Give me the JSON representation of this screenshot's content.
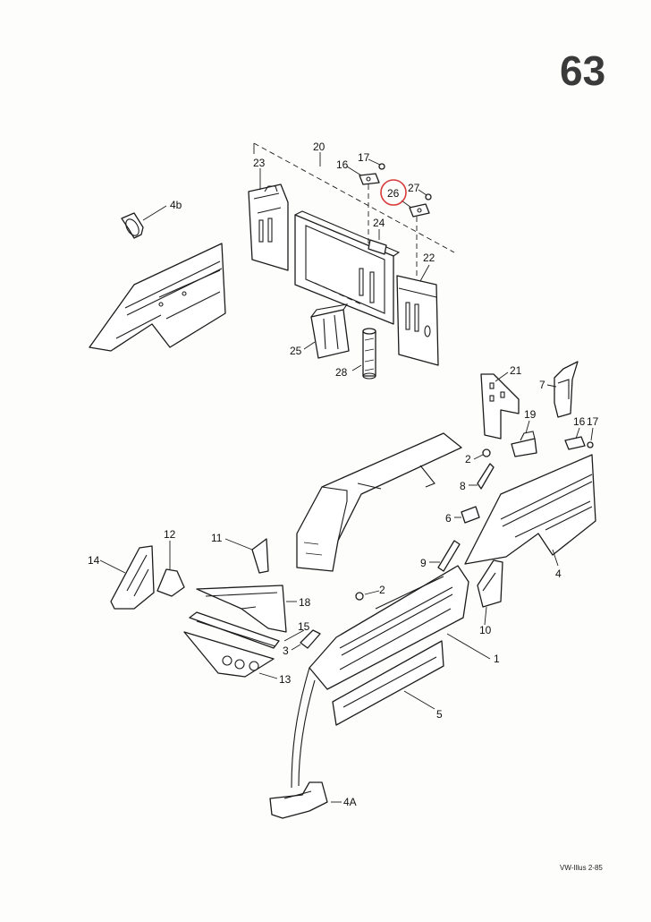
{
  "page": {
    "number": "63",
    "footer": "VW-Illus 2-85"
  },
  "highlight": {
    "label": "26",
    "color": "#d83a3a"
  },
  "labels": [
    {
      "id": "l20",
      "text": "20"
    },
    {
      "id": "l23",
      "text": "23"
    },
    {
      "id": "l16a",
      "text": "16"
    },
    {
      "id": "l17a",
      "text": "17"
    },
    {
      "id": "l27",
      "text": "27"
    },
    {
      "id": "l4b",
      "text": "4b"
    },
    {
      "id": "l24",
      "text": "24"
    },
    {
      "id": "l22",
      "text": "22"
    },
    {
      "id": "l25",
      "text": "25"
    },
    {
      "id": "l28",
      "text": "28"
    },
    {
      "id": "l21",
      "text": "21"
    },
    {
      "id": "l7",
      "text": "7"
    },
    {
      "id": "l19",
      "text": "19"
    },
    {
      "id": "l16b",
      "text": "16"
    },
    {
      "id": "l17b",
      "text": "17"
    },
    {
      "id": "l2a",
      "text": "2"
    },
    {
      "id": "l8",
      "text": "8"
    },
    {
      "id": "l6",
      "text": "6"
    },
    {
      "id": "l9",
      "text": "9"
    },
    {
      "id": "l4",
      "text": "4"
    },
    {
      "id": "l12",
      "text": "12"
    },
    {
      "id": "l11",
      "text": "11"
    },
    {
      "id": "l14",
      "text": "14"
    },
    {
      "id": "l18",
      "text": "18"
    },
    {
      "id": "l2b",
      "text": "2"
    },
    {
      "id": "l10",
      "text": "10"
    },
    {
      "id": "l15",
      "text": "15"
    },
    {
      "id": "l3",
      "text": "3"
    },
    {
      "id": "l1",
      "text": "1"
    },
    {
      "id": "l13",
      "text": "13"
    },
    {
      "id": "l5",
      "text": "5"
    },
    {
      "id": "l4A",
      "text": "4A"
    }
  ]
}
